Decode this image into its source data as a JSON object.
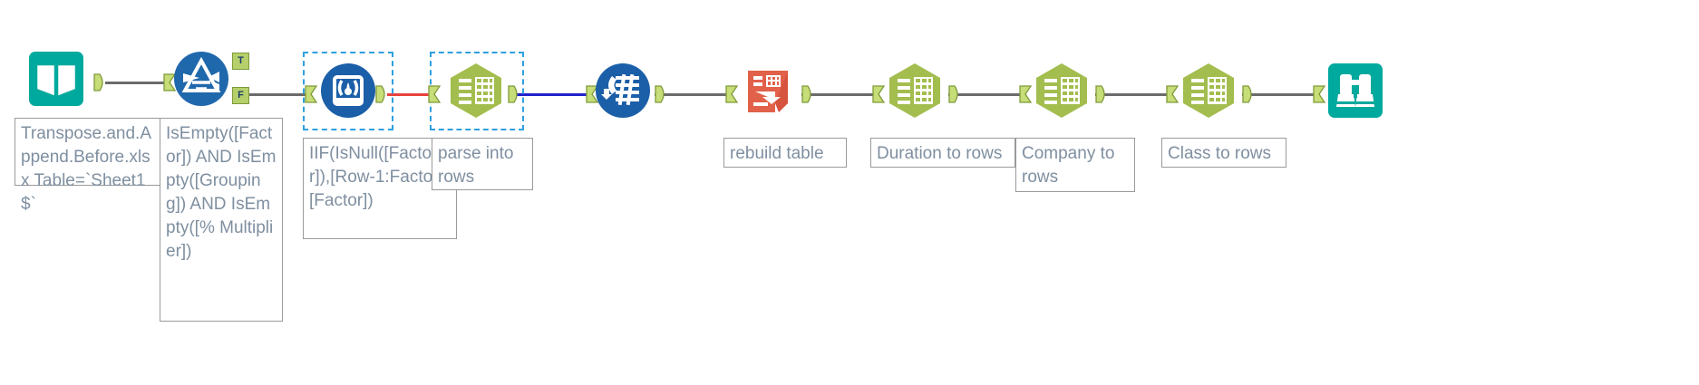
{
  "workflow": {
    "app": "Alteryx Designer Workflow Canvas",
    "nodes": [
      {
        "id": "input-data",
        "icon": "book-icon",
        "tool": "Input Data",
        "color": "#00a99d"
      },
      {
        "id": "filter",
        "icon": "filter-funnel-icon",
        "tool": "Filter",
        "color": "#2068ac"
      },
      {
        "id": "multi-row-formula",
        "icon": "multi-row-formula-icon",
        "tool": "Multi-Row Formula",
        "color": "#1b5fa8"
      },
      {
        "id": "text-to-columns",
        "icon": "table-rows-icon",
        "tool": "Text To Columns",
        "color": "#a3bd4e"
      },
      {
        "id": "crosstab",
        "icon": "crosstab-icon",
        "tool": "Cross Tab",
        "color": "#1b5fa8"
      },
      {
        "id": "transpose",
        "icon": "transpose-icon",
        "tool": "Transpose",
        "color": "#e2614a"
      },
      {
        "id": "text-to-columns-2",
        "icon": "table-rows-icon",
        "tool": "Text To Columns",
        "color": "#a3bd4e"
      },
      {
        "id": "text-to-columns-3",
        "icon": "table-rows-icon",
        "tool": "Text To Columns",
        "color": "#a3bd4e"
      },
      {
        "id": "text-to-columns-4",
        "icon": "table-rows-icon",
        "tool": "Text To Columns",
        "color": "#a3bd4e"
      },
      {
        "id": "browse",
        "icon": "binoculars-icon",
        "tool": "Browse",
        "color": "#00a99d"
      }
    ],
    "ports": {
      "true_label": "T",
      "false_label": "F"
    },
    "captions": [
      {
        "id": "input-caption",
        "text": "Transpose.and.Append.Before.xlsx Table=`Sheet1$`"
      },
      {
        "id": "filter-caption",
        "text": "IsEmpty([Factor]) AND IsEmpty([Grouping]) AND IsEmpty([% Multiplier])"
      },
      {
        "id": "multi-row-formula-caption",
        "text": "IIF(IsNull([Factor]),[Row-1:Factor],[Factor])"
      },
      {
        "id": "text-to-columns-caption",
        "text": "parse into rows"
      },
      {
        "id": "crosstab-caption",
        "text": "rebuild table"
      },
      {
        "id": "duration-caption",
        "text": "Duration to rows"
      },
      {
        "id": "company-caption",
        "text": "Company to rows"
      },
      {
        "id": "class-caption",
        "text": "Class to rows"
      }
    ],
    "colors": {
      "wire_default": "#6b6b6b",
      "wire_red": "#e8413c",
      "wire_blue": "#2222cc",
      "selection": "#2f9fe0",
      "caption_text": "#7f8fa0",
      "teal": "#00a99d",
      "blue": "#1b5fa8",
      "green": "#a3bd4e",
      "orange": "#e2614a"
    }
  }
}
